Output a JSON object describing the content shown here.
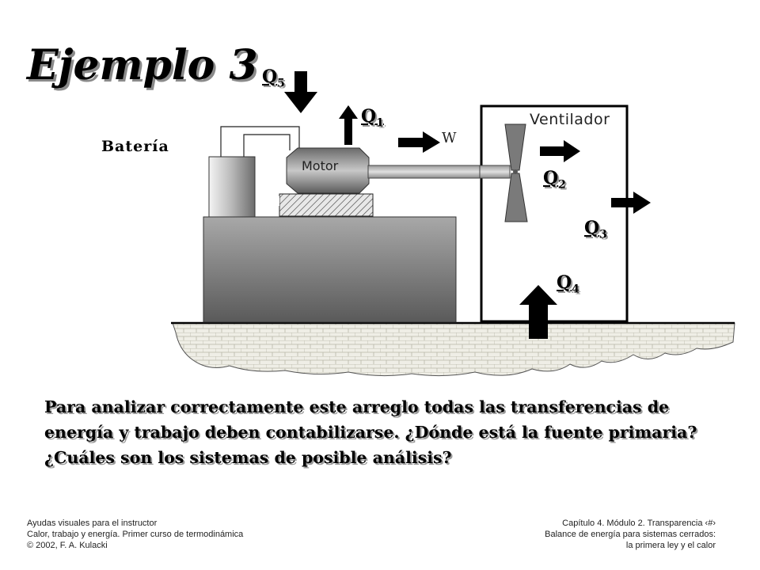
{
  "title": "Ejemplo 3",
  "labels": {
    "q1_base": "Q",
    "q1_sub": "1",
    "q2_base": "Q",
    "q2_sub": "2",
    "q3_base": "Q",
    "q3_sub": "3",
    "q4_base": "Q",
    "q4_sub": "4",
    "q5_base": "Q",
    "q5_sub": "5",
    "work": "W",
    "battery": "Batería",
    "fan": "Ventilador",
    "motor": "Motor"
  },
  "paragraph": "Para analizar correctamente este arreglo todas las transferencias de energía y trabajo deben contabilizarse. ¿Dónde está la fuente primaria? ¿Cuáles son los sistemas de posible análisis?",
  "footer_left": {
    "line1": "Ayudas visuales para el instructor",
    "line2": "Calor, trabajo y energía. Primer curso de termodinámica",
    "line3": "© 2002, F. A. Kulacki"
  },
  "footer_right": {
    "line1": "Capítulo 4.  Módulo 2.  Transparencia ‹#›",
    "line2": "Balance de energía para sistemas cerrados:",
    "line3": "la primera ley y el calor"
  },
  "colors": {
    "arrow": "#000000",
    "shadow": "#8a8a8a",
    "ground": "#e8e6d8",
    "bench_dark": "#7a7a7a"
  }
}
